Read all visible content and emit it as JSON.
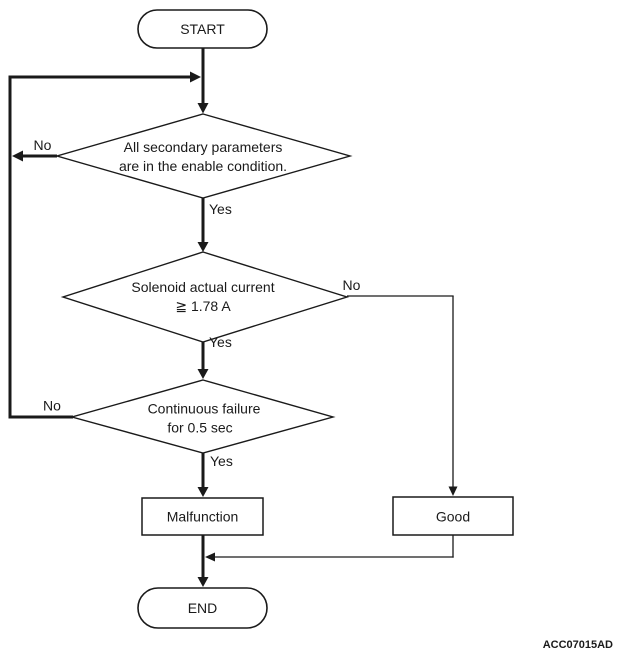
{
  "figure": {
    "code": "ACC07015AD",
    "colors": {
      "stroke": "#1a1a1a",
      "fill": "#ffffff",
      "text": "#1a1a1a",
      "background": "#ffffff"
    },
    "nodes": {
      "start": {
        "shape": "terminator",
        "label": "START"
      },
      "check_enable": {
        "shape": "decision",
        "line1": "All secondary parameters",
        "line2": "are in the enable condition."
      },
      "check_current": {
        "shape": "decision",
        "line1": "Solenoid actual current",
        "line2": "≧ 1.78 A"
      },
      "check_failure": {
        "shape": "decision",
        "line1": "Continuous failure",
        "line2": "for 0.5 sec"
      },
      "malfunction": {
        "shape": "process",
        "label": "Malfunction"
      },
      "good": {
        "shape": "process",
        "label": "Good"
      },
      "end": {
        "shape": "terminator",
        "label": "END"
      }
    },
    "edges": {
      "check_enable_no": "No",
      "check_enable_yes": "Yes",
      "check_current_no": "No",
      "check_current_yes": "Yes",
      "check_failure_no": "No",
      "check_failure_yes": "Yes"
    }
  }
}
